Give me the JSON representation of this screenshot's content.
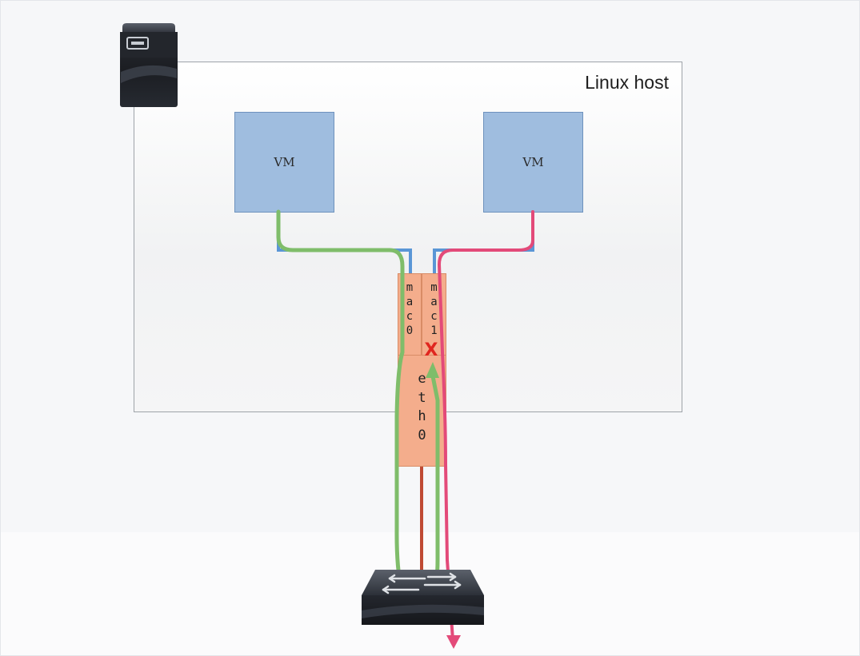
{
  "host": {
    "label": "Linux host"
  },
  "vms": [
    {
      "label": "VM"
    },
    {
      "label": "VM"
    }
  ],
  "interfaces": {
    "macvlan0": {
      "label": "mac0"
    },
    "macvlan1": {
      "label": "mac1"
    },
    "physical": {
      "label": "eth0"
    }
  },
  "block_marker": {
    "label": "X"
  },
  "colors": {
    "vm_fill": "#9fbddf",
    "interface_fill": "#f4ad8c",
    "link_blue": "#5a96d6",
    "uplink_red": "#bf4a34",
    "path_green": "#7fbd6a",
    "path_pink": "#e34a79",
    "block_red": "#e0261f"
  },
  "icons": {
    "host": "server-icon",
    "network": "switch-icon"
  }
}
